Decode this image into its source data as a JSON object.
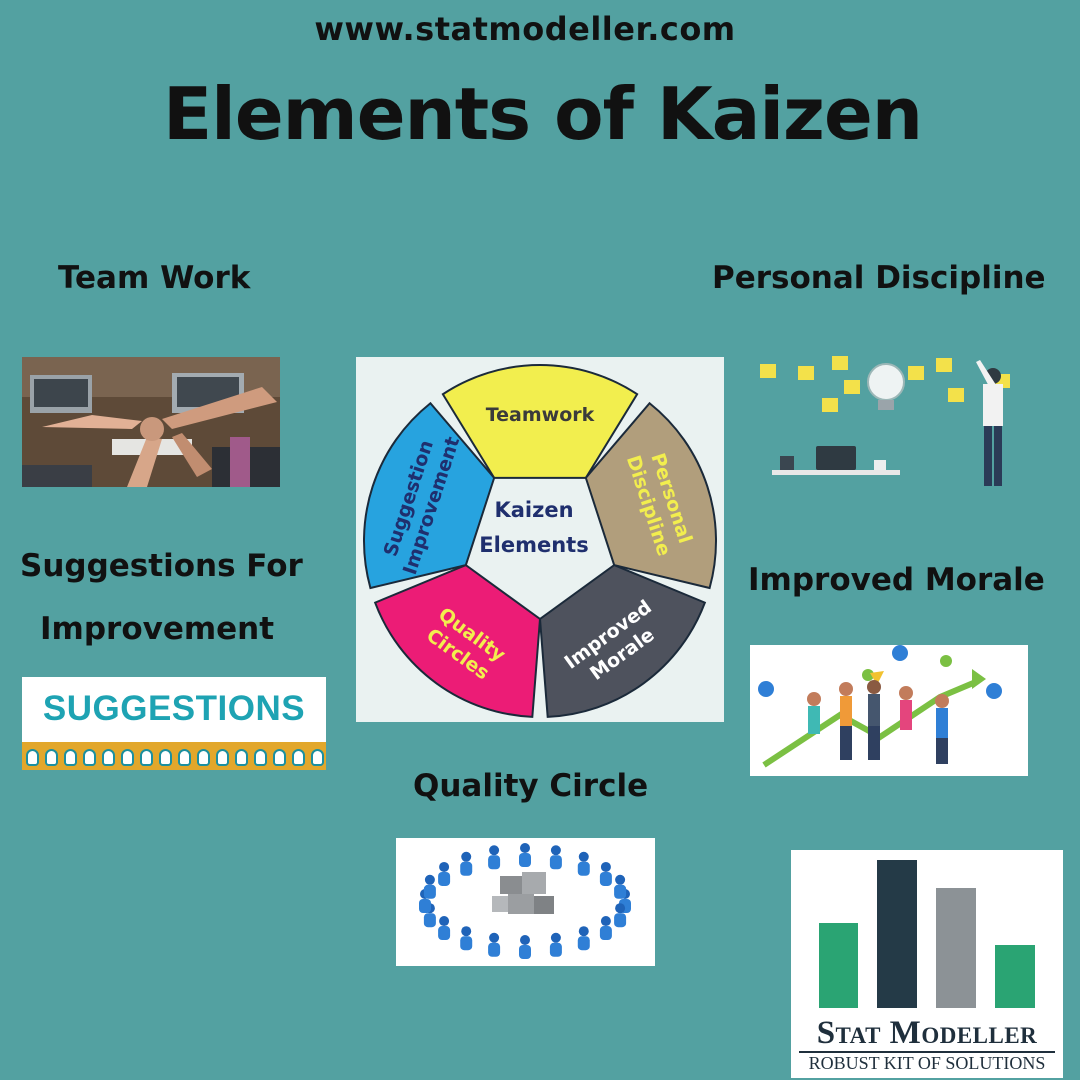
{
  "header": {
    "url": "www.statmodeller.com",
    "title": "Elements of Kaizen"
  },
  "labels": {
    "team_work": "Team Work",
    "personal_discipline": "Personal Discipline",
    "suggestions_line1": "Suggestions For",
    "suggestions_line2": "Improvement",
    "improved_morale": "Improved Morale",
    "quality_circle": "Quality Circle"
  },
  "suggestions_card": {
    "word": "SUGGESTIONS"
  },
  "diagram": {
    "center_line1": "Kaizen",
    "center_line2": "Elements",
    "segments": [
      {
        "line1": "Teamwork",
        "line2": "",
        "color": "#f2ee4e"
      },
      {
        "line1": "Personal",
        "line2": "Discipline",
        "color": "#b19e7c"
      },
      {
        "line1": "Improved",
        "line2": "Morale",
        "color": "#4e525d"
      },
      {
        "line1": "Quality",
        "line2": "Circles",
        "color": "#ec1c76"
      },
      {
        "line1": "Suggestion",
        "line2": "Improvement",
        "color": "#27a3df"
      }
    ]
  },
  "logo": {
    "name": "Stat Modeller",
    "tagline": "ROBUST KIT OF SOLUTIONS",
    "bar_colors": [
      "#2aa473",
      "#243a47",
      "#8c9296",
      "#2aa473"
    ]
  },
  "colors": {
    "background": "#53a1a1",
    "text": "#111111",
    "center_text": "#1f2f6e"
  }
}
